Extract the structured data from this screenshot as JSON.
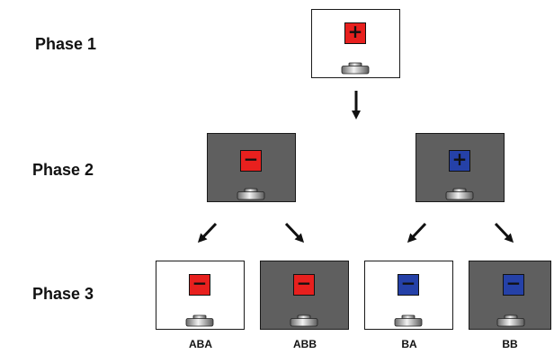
{
  "phases": [
    {
      "label": "Phase 1"
    },
    {
      "label": "Phase 2"
    },
    {
      "label": "Phase 3"
    }
  ],
  "sign_symbols": {
    "plus": "+",
    "minus": "−"
  },
  "colors": {
    "red_sign": "#e8201e",
    "blue_sign": "#2541a8",
    "dark_context": "#5f5f5f",
    "light_context": "#ffffff"
  },
  "boxes": {
    "phase1": {
      "context": "white",
      "sign_color": "red",
      "sign": "+"
    },
    "phase2_left": {
      "context": "gray",
      "sign_color": "red",
      "sign": "−"
    },
    "phase2_right": {
      "context": "gray",
      "sign_color": "blue",
      "sign": "+"
    },
    "phase3": [
      {
        "context": "white",
        "sign_color": "red",
        "sign": "−",
        "label": "ABA"
      },
      {
        "context": "gray",
        "sign_color": "red",
        "sign": "−",
        "label": "ABB"
      },
      {
        "context": "white",
        "sign_color": "blue",
        "sign": "−",
        "label": "BA"
      },
      {
        "context": "gray",
        "sign_color": "blue",
        "sign": "−",
        "label": "BB"
      }
    ]
  }
}
